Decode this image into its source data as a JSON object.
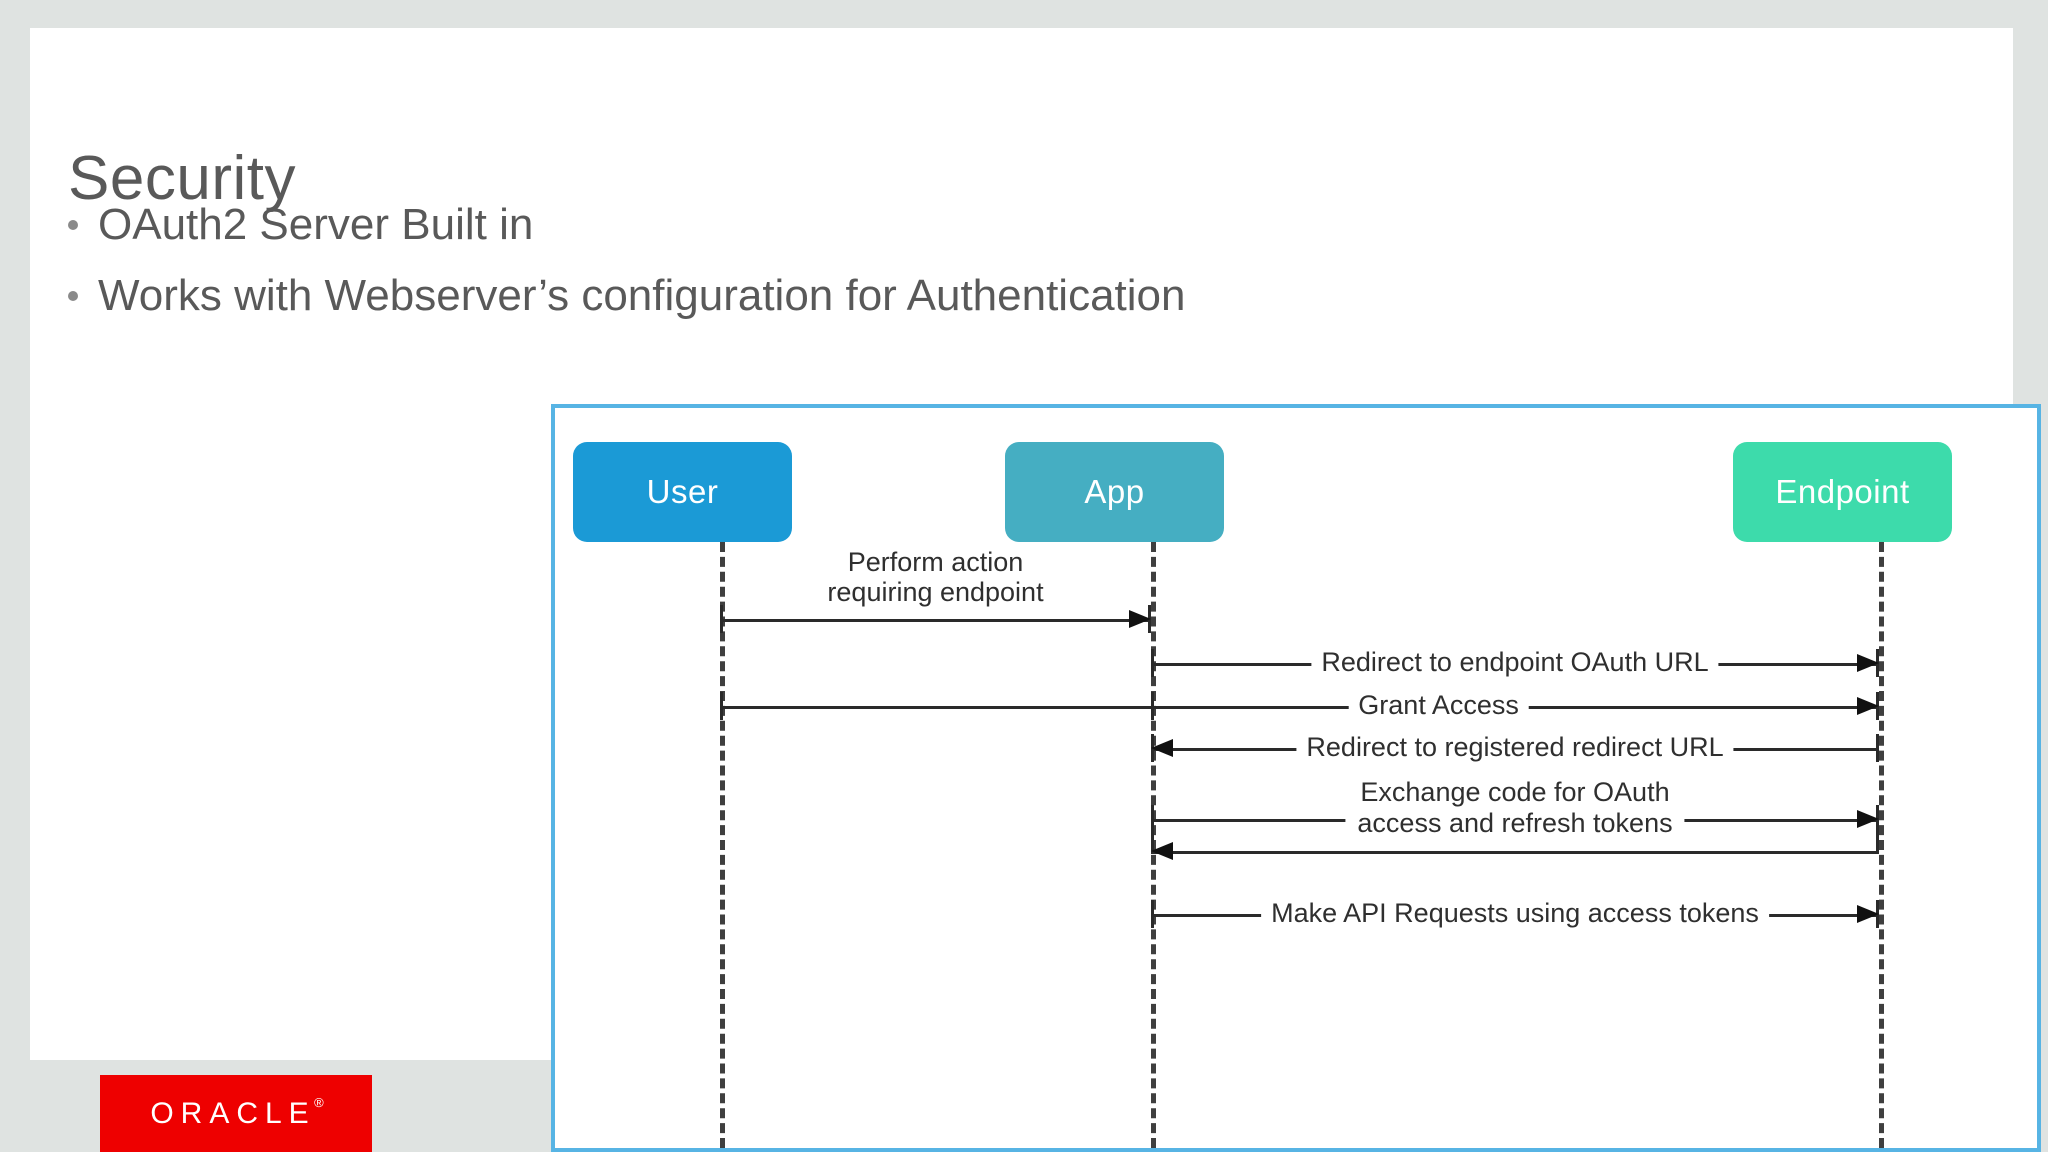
{
  "slide": {
    "title": "Security",
    "bullets": [
      "OAuth2 Server Built in",
      "Works with Webserver’s configuration for Authentication"
    ]
  },
  "branding": {
    "logo_text": "ORACLE",
    "logo_trademark": "®",
    "logo_color": "#ee0000"
  },
  "diagram": {
    "type": "sequence",
    "border_color": "#57b4e4",
    "actors": [
      {
        "label": "User",
        "color": "#1b9ad6"
      },
      {
        "label": "App",
        "color": "#45aec2"
      },
      {
        "label": "Endpoint",
        "color": "#3ddbab"
      }
    ],
    "messages": [
      {
        "label_line1": "Perform action",
        "label_line2": "requiring endpoint",
        "from": "User",
        "to": "App",
        "direction": "right"
      },
      {
        "label_line1": "Redirect to endpoint OAuth URL",
        "from": "App",
        "to": "Endpoint",
        "direction": "right"
      },
      {
        "label_line1": "Grant Access",
        "from": "User",
        "to": "Endpoint",
        "direction": "right"
      },
      {
        "label_line1": "Redirect to registered redirect URL",
        "from": "Endpoint",
        "to": "App",
        "direction": "left"
      },
      {
        "label_line1": "Exchange code for OAuth",
        "label_line2": "access and refresh tokens",
        "from": "App",
        "to": "Endpoint",
        "direction": "both"
      },
      {
        "label_line1": "Make API Requests using access tokens",
        "from": "App",
        "to": "Endpoint",
        "direction": "right"
      }
    ]
  }
}
